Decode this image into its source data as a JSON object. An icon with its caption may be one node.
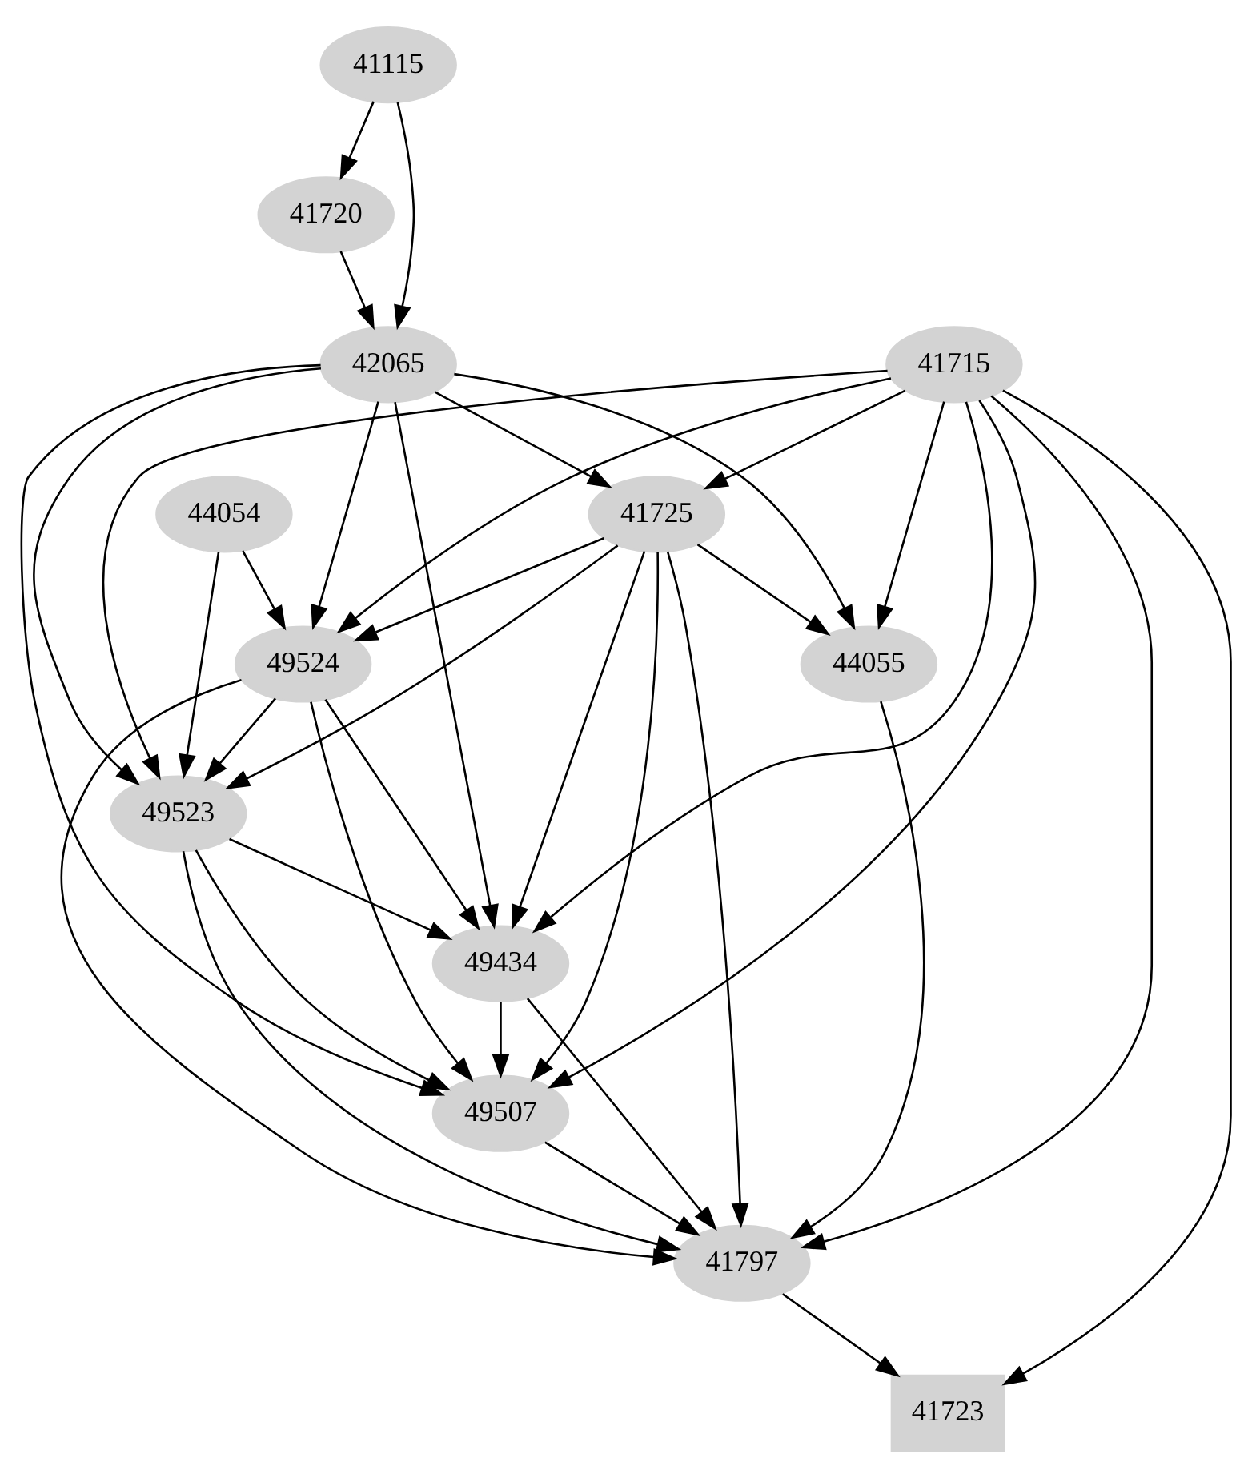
{
  "diagram": {
    "nodes": [
      {
        "text": [
          "41115"
        ]
      },
      {
        "text": [
          "41720"
        ]
      },
      {
        "text": [
          "42065"
        ]
      },
      {
        "text": [
          "41715"
        ]
      },
      {
        "text": [
          "44054"
        ]
      },
      {
        "text": [
          "41725"
        ]
      },
      {
        "text": [
          "49524"
        ]
      },
      {
        "text": [
          "44055"
        ]
      },
      {
        "text": [
          "49523"
        ]
      },
      {
        "text": [
          "49434"
        ]
      },
      {
        "text": [
          "49507"
        ]
      },
      {
        "text": [
          "41797"
        ]
      },
      {
        "text": [
          "41723"
        ]
      }
    ],
    "edges": [
      {
        "from": 0,
        "to": 1,
        "arrow": "to"
      },
      {
        "from": 0,
        "to": 2,
        "arrow": "to"
      },
      {
        "from": 1,
        "to": 2,
        "arrow": "to"
      },
      {
        "from": 2,
        "to": 5,
        "arrow": "to"
      },
      {
        "from": 2,
        "to": 7,
        "arrow": "to"
      },
      {
        "from": 2,
        "to": 6,
        "arrow": "to"
      },
      {
        "from": 2,
        "to": 8,
        "arrow": "to"
      },
      {
        "from": 2,
        "to": 9,
        "arrow": "to"
      },
      {
        "from": 2,
        "to": 10,
        "arrow": "to"
      },
      {
        "from": 3,
        "to": 5,
        "arrow": "to"
      },
      {
        "from": 3,
        "to": 7,
        "arrow": "to"
      },
      {
        "from": 3,
        "to": 6,
        "arrow": "to"
      },
      {
        "from": 3,
        "to": 8,
        "arrow": "to"
      },
      {
        "from": 3,
        "to": 9,
        "arrow": "to"
      },
      {
        "from": 3,
        "to": 10,
        "arrow": "to"
      },
      {
        "from": 3,
        "to": 11,
        "arrow": "to"
      },
      {
        "from": 3,
        "to": 12,
        "arrow": "to"
      },
      {
        "from": 4,
        "to": 6,
        "arrow": "to"
      },
      {
        "from": 4,
        "to": 8,
        "arrow": "to"
      },
      {
        "from": 5,
        "to": 6,
        "arrow": "to"
      },
      {
        "from": 5,
        "to": 8,
        "arrow": "to"
      },
      {
        "from": 5,
        "to": 7,
        "arrow": "to"
      },
      {
        "from": 5,
        "to": 9,
        "arrow": "to"
      },
      {
        "from": 5,
        "to": 10,
        "arrow": "to"
      },
      {
        "from": 5,
        "to": 11,
        "arrow": "to"
      },
      {
        "from": 6,
        "to": 8,
        "arrow": "to"
      },
      {
        "from": 6,
        "to": 9,
        "arrow": "to"
      },
      {
        "from": 6,
        "to": 10,
        "arrow": "to"
      },
      {
        "from": 6,
        "to": 11,
        "arrow": "to"
      },
      {
        "from": 8,
        "to": 9,
        "arrow": "to"
      },
      {
        "from": 8,
        "to": 10,
        "arrow": "to"
      },
      {
        "from": 8,
        "to": 11,
        "arrow": "to"
      },
      {
        "from": 9,
        "to": 10,
        "arrow": "to"
      },
      {
        "from": 9,
        "to": 11,
        "arrow": "to"
      },
      {
        "from": 10,
        "to": 11,
        "arrow": "to"
      },
      {
        "from": 7,
        "to": 11,
        "arrow": "to"
      },
      {
        "from": 11,
        "to": 12,
        "arrow": "to"
      }
    ]
  }
}
